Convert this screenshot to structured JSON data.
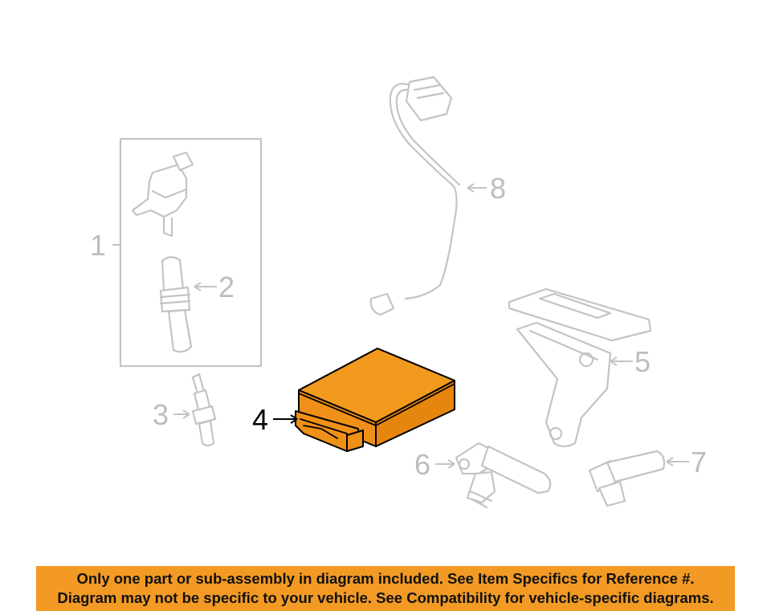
{
  "callouts": {
    "c1": "1",
    "c2": "2",
    "c3": "3",
    "c4": "4",
    "c5": "5",
    "c6": "6",
    "c7": "7",
    "c8": "8"
  },
  "highlight_color": "#f29a1e",
  "banner_color": "#f29a24",
  "notice": {
    "line1": "Only one part or sub-assembly in diagram included. See Item Specifics for Reference #.",
    "line2": "Diagram may not be specific to your vehicle. See Compatibility for vehicle-specific diagrams."
  }
}
